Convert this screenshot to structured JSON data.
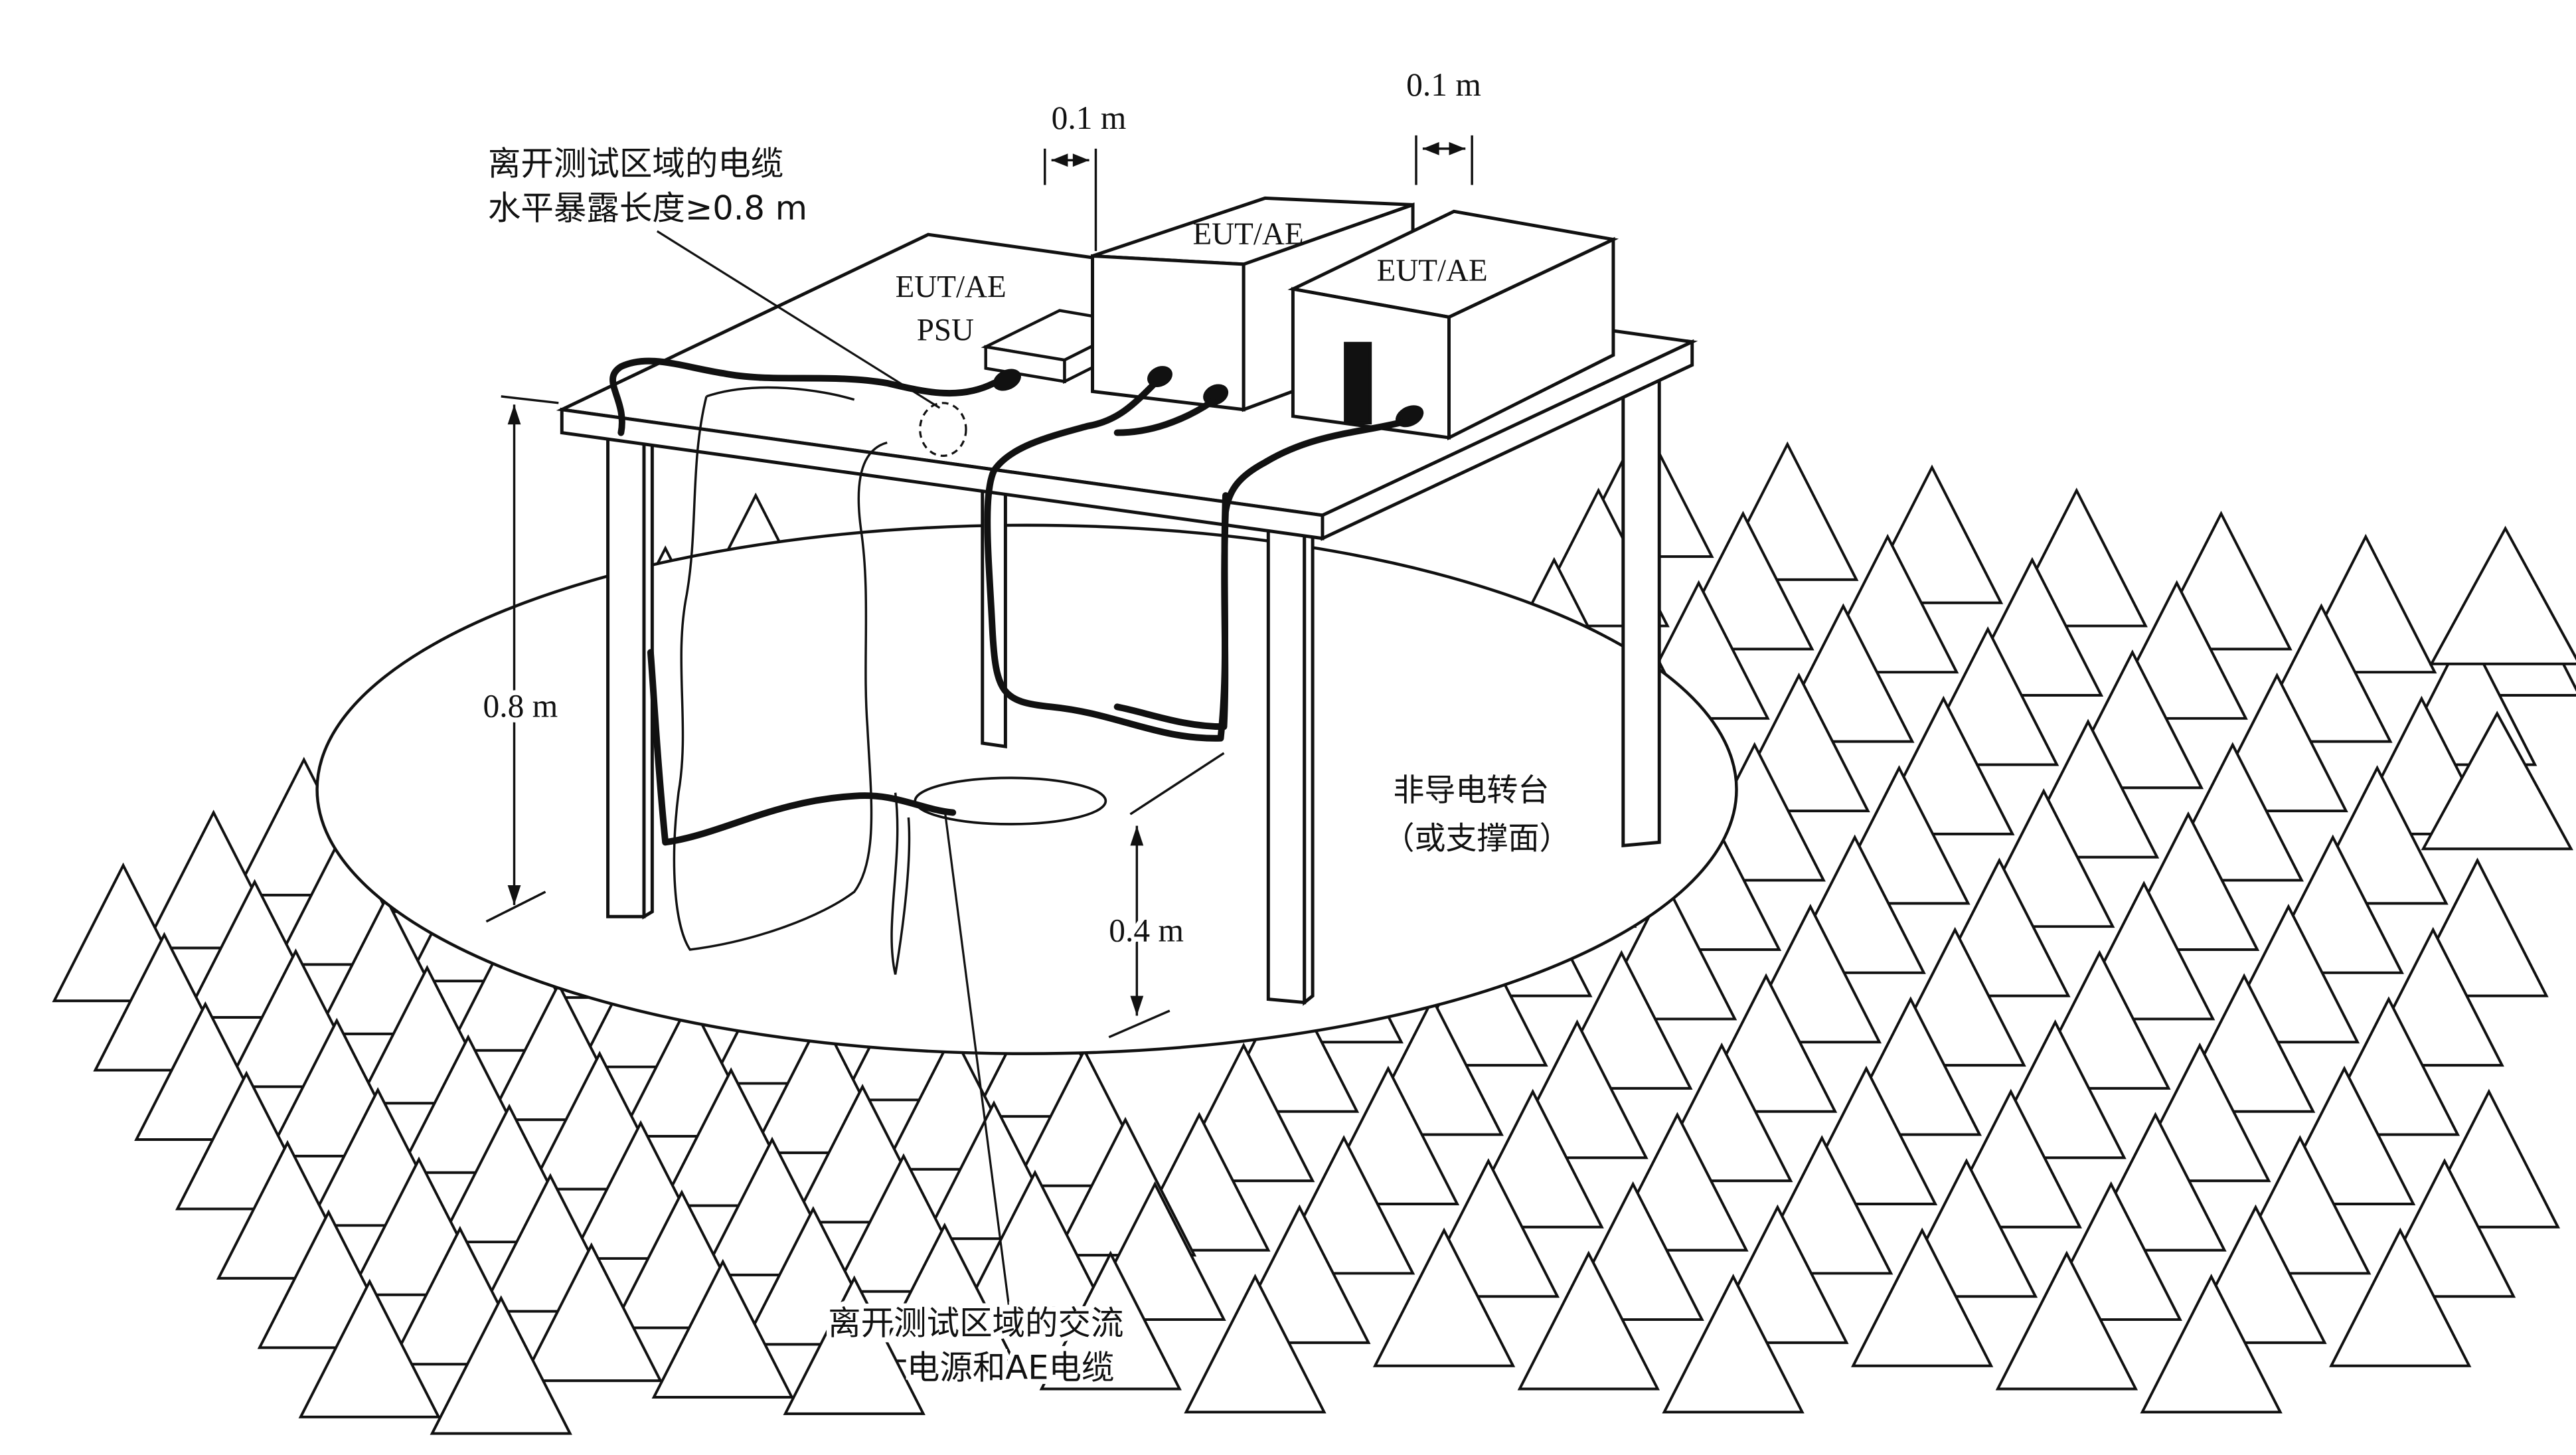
{
  "labels": {
    "dim_top_left": "0.1 m",
    "dim_top_right": "0.1 m",
    "cable_exposure_line1": "离开测试区域的电缆",
    "cable_exposure_line2": "水平暴露长度≥0.8 m",
    "eut_ae_psu_line1": "EUT/AE",
    "eut_ae_psu_line2": "PSU",
    "eut_ae_box1": "EUT/AE",
    "eut_ae_box2": "EUT/AE",
    "height_table": "0.8 m",
    "height_cable": "0.4 m",
    "turntable_line1": "非导电转台",
    "turntable_line2": "（或支撑面）",
    "bottom_line1": "离开测试区域的交流",
    "bottom_line2": "电源和AE电缆"
  },
  "colors": {
    "line": "#111111",
    "background": "#ffffff",
    "fill": "#ffffff"
  }
}
